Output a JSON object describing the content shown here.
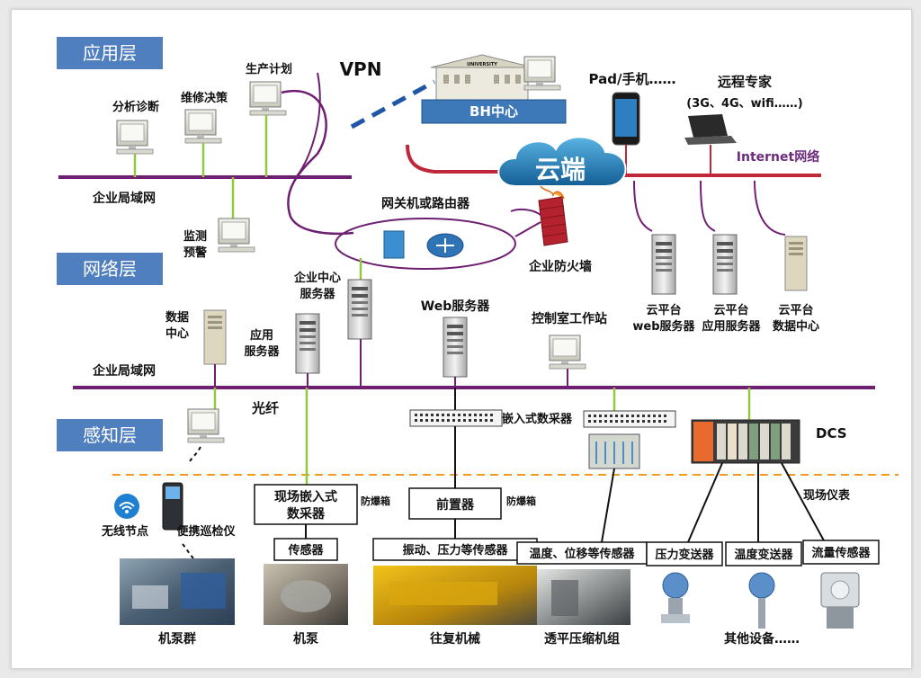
{
  "layers": {
    "application": "应用层",
    "network": "网络层",
    "perception": "感知层"
  },
  "application_layer": {
    "analysis": "分析诊断",
    "maintenance": "维修决策",
    "production_plan": "生产计划",
    "vpn": "VPN",
    "bh_center": "BH中心",
    "building_sign": "UNIVERSITY",
    "pad_phone": "Pad/手机……",
    "remote_expert": "远程专家",
    "remote_expert_net": "(3G、4G、wifi……)",
    "cloud": "云端",
    "internet": "Internet网络",
    "lan_top": "企业局域网"
  },
  "network_layer": {
    "monitor_1": "监测",
    "monitor_2": "预警",
    "gateway": "网关机或路由器",
    "firewall": "企业防火墙",
    "ent_center_1": "企业中心",
    "ent_center_2": "服务器",
    "data_center_1": "数据",
    "data_center_2": "中心",
    "app_server_1": "应用",
    "app_server_2": "服务器",
    "web_server": "Web服务器",
    "control_ws": "控制室工作站",
    "cloud_web_1": "云平台",
    "cloud_web_2": "web服务器",
    "cloud_app_1": "云平台",
    "cloud_app_2": "应用服务器",
    "cloud_data_1": "云平台",
    "cloud_data_2": "数据中心",
    "lan_bottom": "企业局域网",
    "fiber": "光纤"
  },
  "perception_layer": {
    "embedded_collector": "嵌入式数采器",
    "dcs": "DCS",
    "field_embedded_1": "现场嵌入式",
    "field_embedded_2": "数采器",
    "explosion_box_1": "防爆箱",
    "preamp": "前置器",
    "explosion_box_2": "防爆箱",
    "field_instruments": "现场仪表",
    "wireless_node": "无线节点",
    "portable_inspector": "便携巡检仪",
    "sensor": "传感器",
    "vibration_sensor": "振动、压力等传感器",
    "temp_disp_sensor": "温度、位移等传感器",
    "pressure_transmitter": "压力变送器",
    "temp_transmitter": "温度变送器",
    "flow_sensor": "流量传感器",
    "pump_group": "机泵群",
    "pump": "机泵",
    "reciprocating": "往复机械",
    "turbine": "透平压缩机组",
    "other_equipment": "其他设备……"
  },
  "colors": {
    "layer_tab": "#4f7fbf",
    "lan_line": "#6e1f72",
    "green_link": "#92c83e",
    "cloud": "#1f7db4",
    "firewall": "#b3222e",
    "internet_text": "#6e2b7c"
  }
}
